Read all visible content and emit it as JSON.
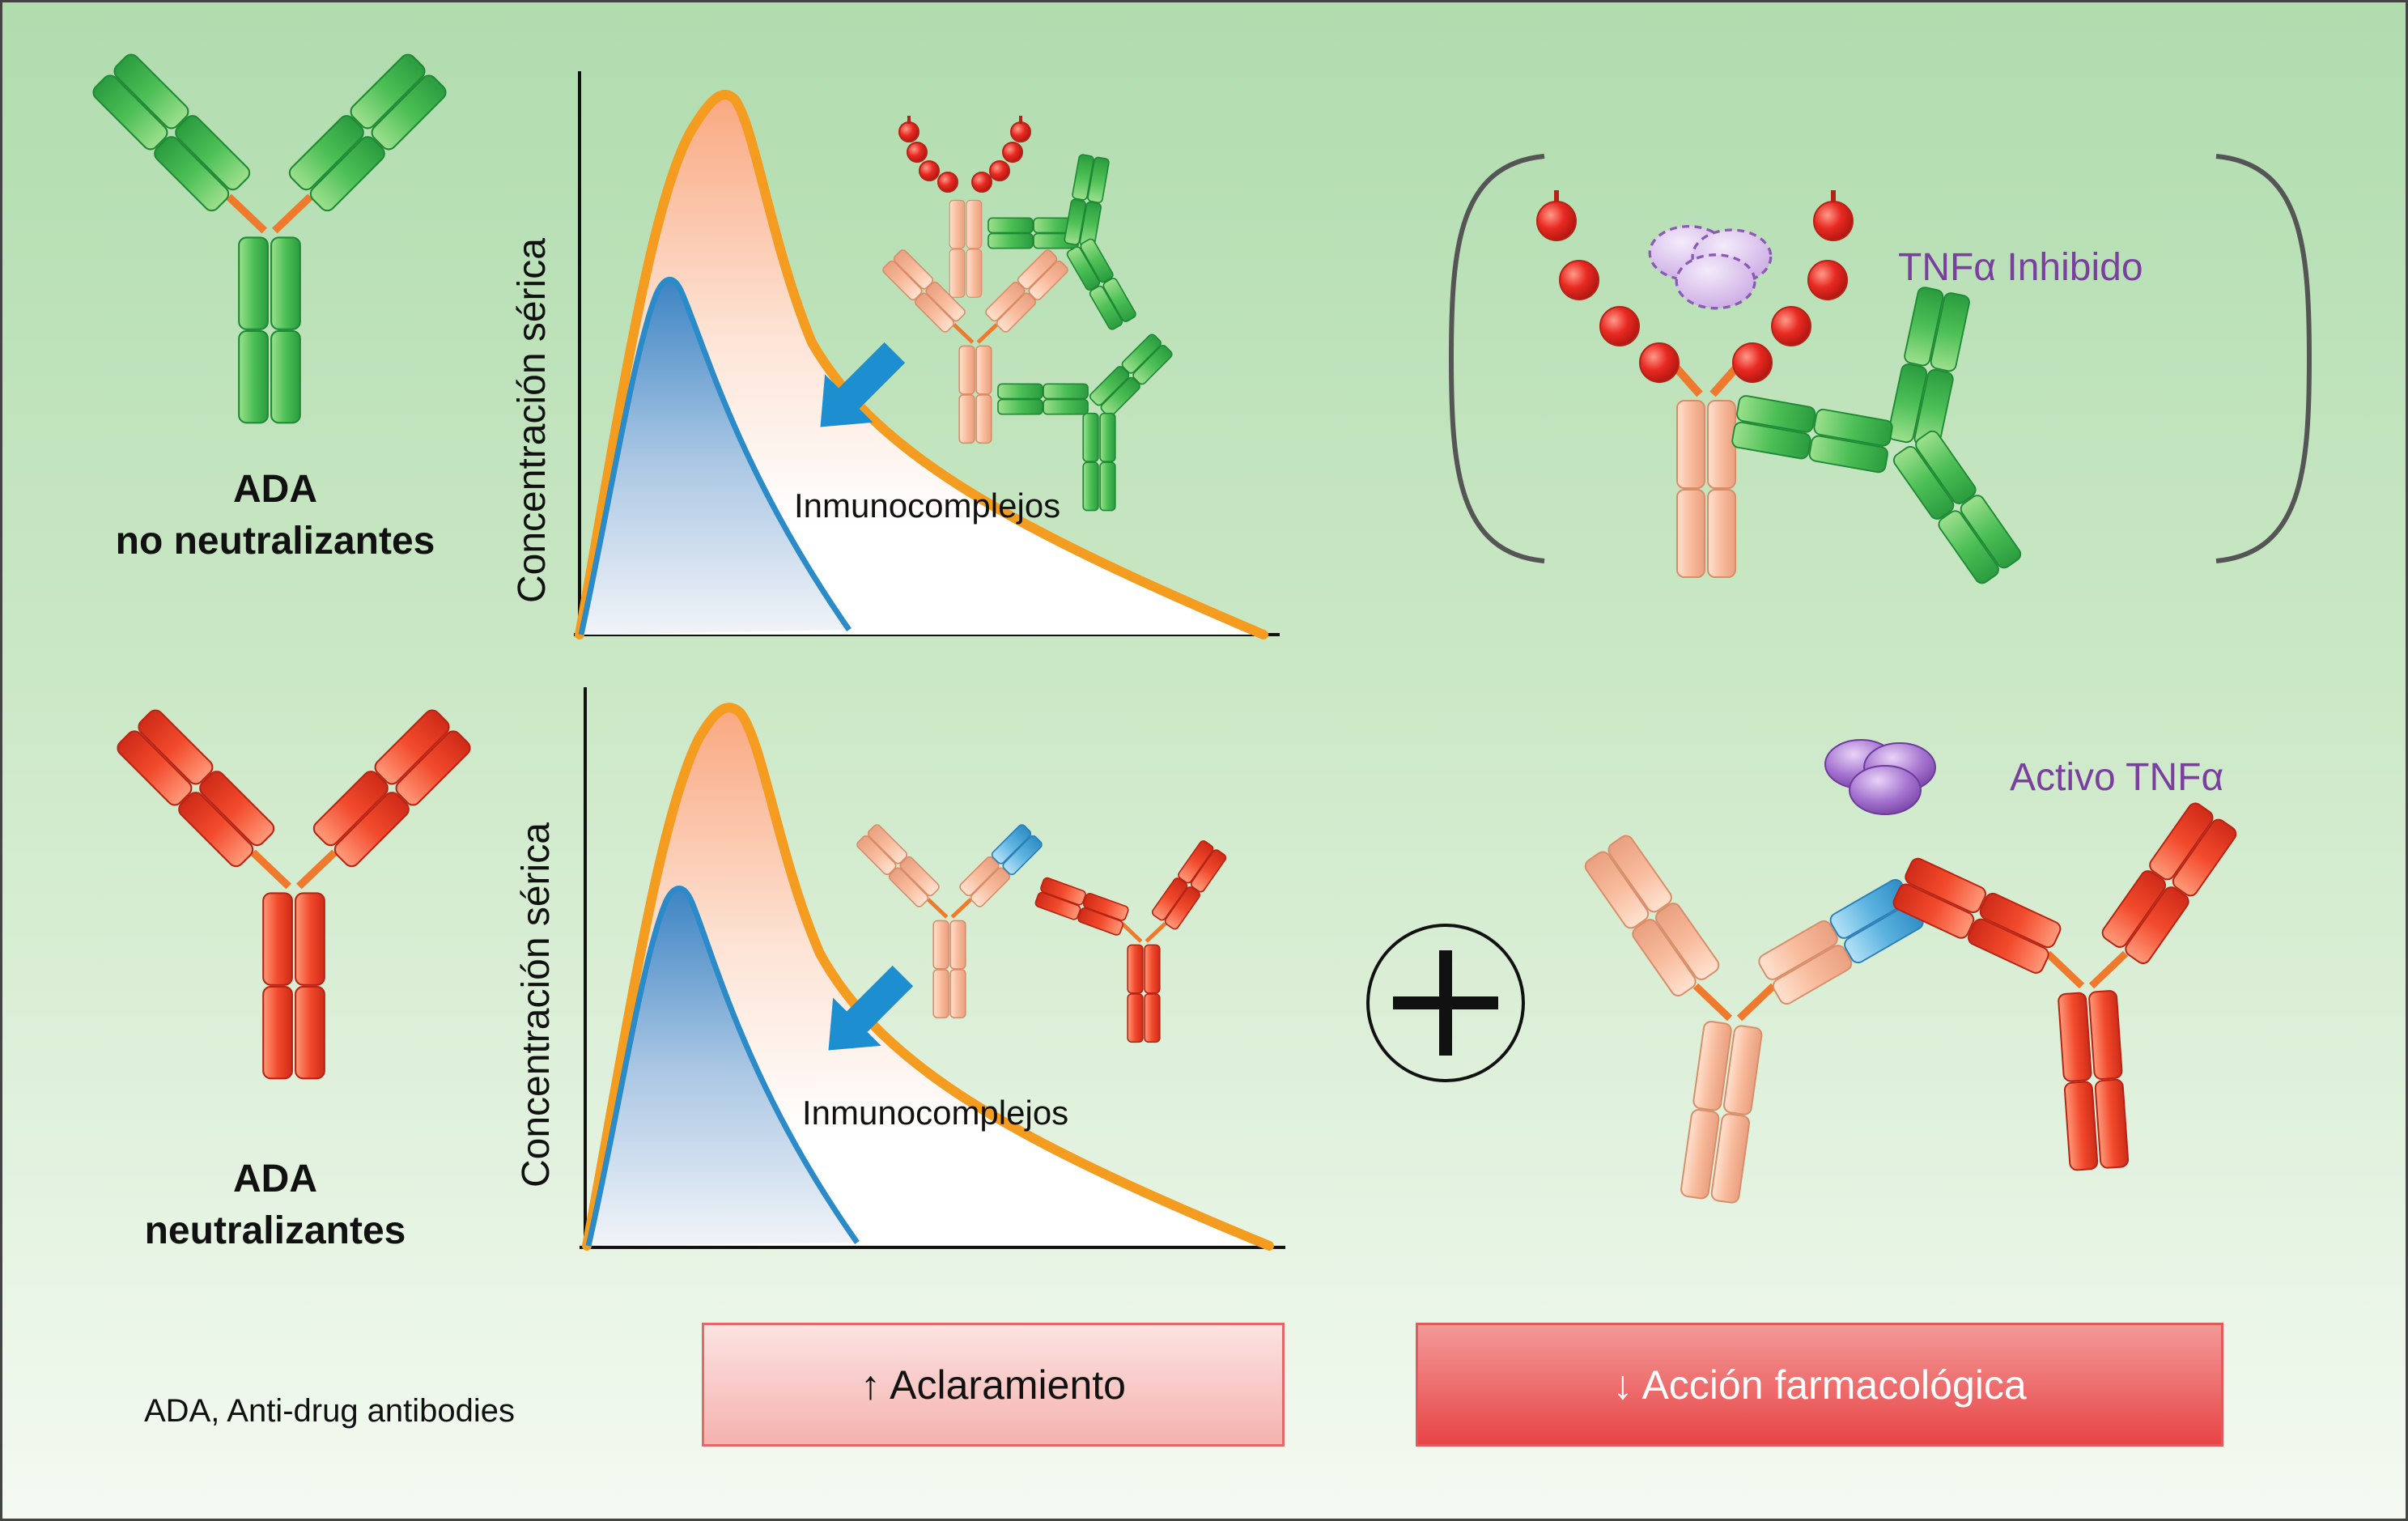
{
  "ada_non_neutralizing": {
    "line1": "ADA",
    "line2": "no neutralizantes"
  },
  "ada_neutralizing": {
    "line1": "ADA",
    "line2": "neutralizantes"
  },
  "plot_top": {
    "ylabel": "Concentración sérica",
    "annotation": "Inmunocomplejos"
  },
  "plot_bottom": {
    "ylabel": "Concentración sérica",
    "annotation": "Inmunocomplejos"
  },
  "tnf_inhibited": "TNFα Inhibido",
  "tnf_active": "Activo TNFα",
  "footnote": "ADA, Anti-drug antibodies",
  "box_clearance": "↑ Aclaramiento",
  "box_pharmacologic": "↓ Acción farmacológica",
  "colors": {
    "ada_green": "#3aa845",
    "ada_red": "#e23b24",
    "drug_peach": "#f7b99a",
    "fab_blue": "#4aa6d6",
    "tnf_purple": "#9b64c4",
    "curve_orange": "#f49c1f",
    "curve_blue": "#2a8bc8"
  },
  "icons": [
    "antibody-icon",
    "tnf-trimer-icon",
    "plus-icon",
    "arrow-icon"
  ]
}
